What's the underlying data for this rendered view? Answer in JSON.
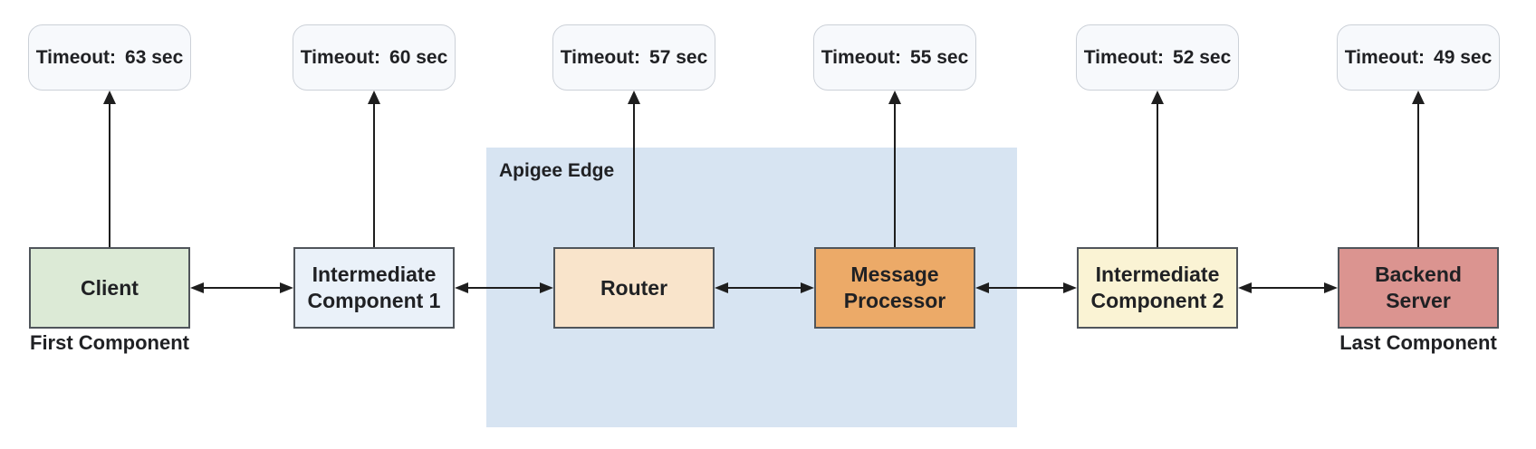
{
  "apigee": {
    "label": "Apigee Edge",
    "bg": "#d7e4f2"
  },
  "theme": {
    "box_border": "#50555b",
    "arrow_color": "#1e1e1e",
    "pill_bg": "#f7f9fc",
    "pill_border": "#ccd1d8",
    "text_color": "#202124",
    "canvas_bg": "#ffffff"
  },
  "nodes": [
    {
      "id": "client",
      "label": "Client",
      "sublabel": "First Component",
      "timeout_label": "Timeout:",
      "timeout_value": "63 sec",
      "fill": "#dcead6"
    },
    {
      "id": "intermediate-component-1",
      "label": "Intermediate\nComponent 1",
      "timeout_label": "Timeout:",
      "timeout_value": "60 sec",
      "fill": "#eaf1f9"
    },
    {
      "id": "router",
      "label": "Router",
      "timeout_label": "Timeout:",
      "timeout_value": "57 sec",
      "fill": "#f9e4cb"
    },
    {
      "id": "message-processor",
      "label": "Message\nProcessor",
      "timeout_label": "Timeout:",
      "timeout_value": "55 sec",
      "fill": "#ecaa68"
    },
    {
      "id": "intermediate-component-2",
      "label": "Intermediate\nComponent 2",
      "timeout_label": "Timeout:",
      "timeout_value": "52 sec",
      "fill": "#faf3d4"
    },
    {
      "id": "backend-server",
      "label": "Backend\nServer",
      "sublabel": "Last Component",
      "timeout_label": "Timeout:",
      "timeout_value": "49 sec",
      "fill": "#db9490"
    }
  ]
}
